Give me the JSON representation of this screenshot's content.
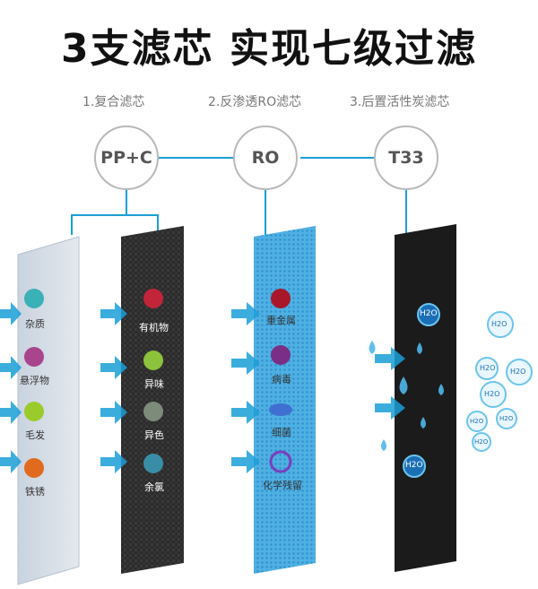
{
  "title": "3支滤芯  实现七级过滤",
  "stages": [
    {
      "label": "1.复合滤芯",
      "code": "PP+C"
    },
    {
      "label": "2.反渗透RO滤芯",
      "code": "RO"
    },
    {
      "label": "3.后置活性炭滤芯",
      "code": "T33"
    }
  ],
  "pp_items": [
    "杂质",
    "悬浮物",
    "毛发",
    "铁锈"
  ],
  "carbon_items": [
    "有机物",
    "异味",
    "异色",
    "余氯"
  ],
  "ro_items": [
    "重金属",
    "病毒",
    "细菌",
    "化学残留"
  ],
  "h2o": "H2O",
  "colors": {
    "accent": "#1a9fd8",
    "pp": "#d6dde6",
    "carbon": "#2a2a2a",
    "ro": "#58b8e6",
    "t33": "#1b1b1b"
  }
}
